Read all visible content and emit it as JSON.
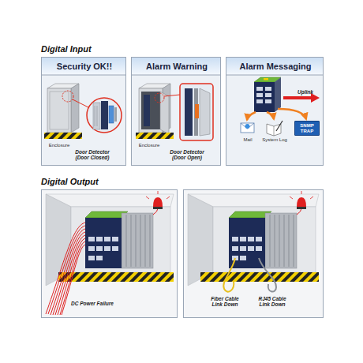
{
  "diagram": {
    "nodes": [
      {
        "text": [
          "Security OK!!",
          "Enclosure",
          "Door Detector (Door Closed)"
        ]
      },
      {
        "text": [
          "Alarm Warning",
          "Enclosure",
          "Door Detector (Door Open)"
        ]
      },
      {
        "text": [
          "Alarm Messaging",
          "Uplink",
          "Mail",
          "System Log"
        ]
      },
      {
        "text": [
          "SNMP TRAP"
        ],
        "in": 2
      },
      {
        "text": [
          "DC Power Failure"
        ]
      },
      {
        "text": [
          "Fiber Cable Link Down",
          "RJ45 Cable Link Down"
        ]
      }
    ],
    "labels": [
      "Digital Input",
      "Digital Output"
    ]
  }
}
